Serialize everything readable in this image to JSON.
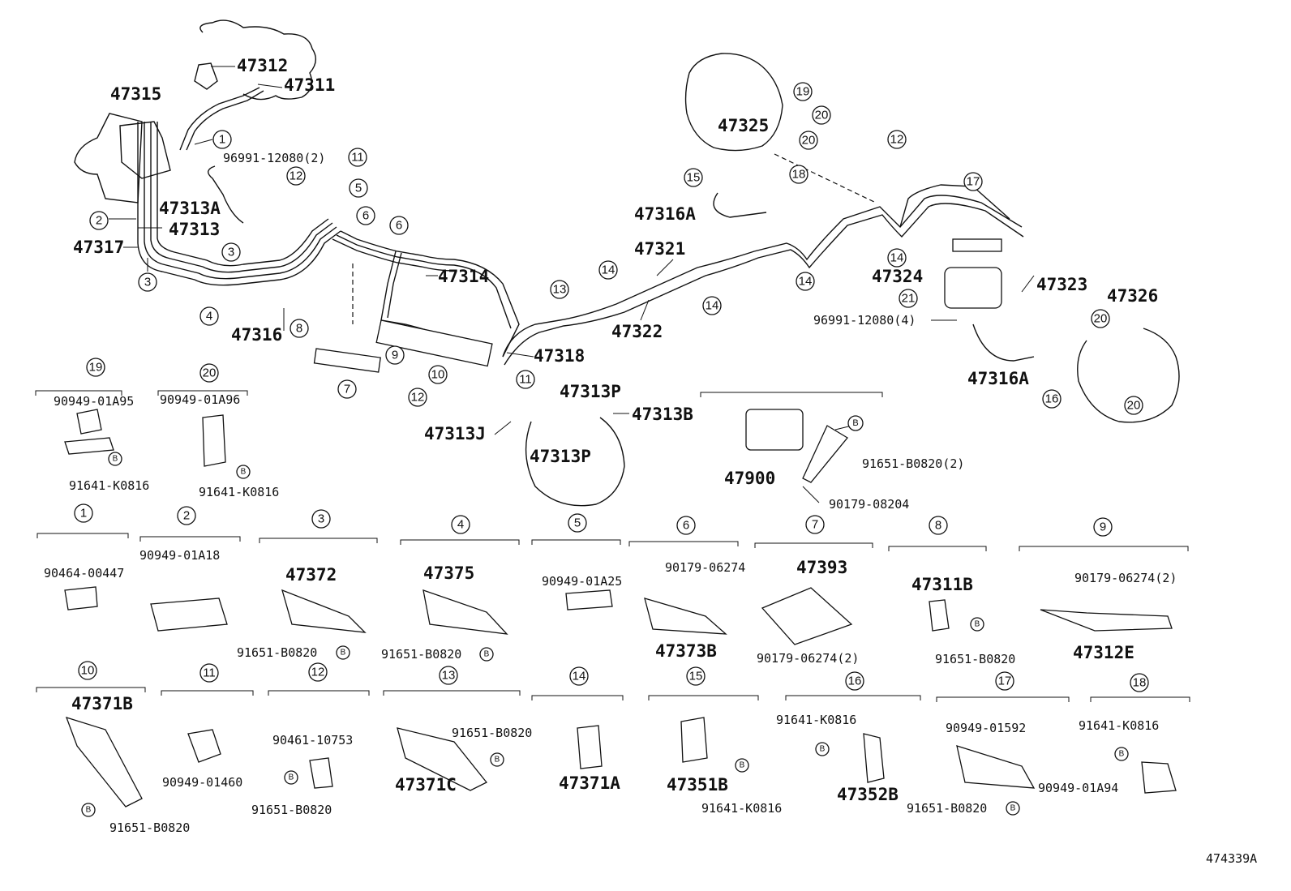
{
  "figure_code": "474339A",
  "callouts": [
    {
      "id": "c-1",
      "num": "1"
    },
    {
      "id": "c-2",
      "num": "2"
    },
    {
      "id": "c-3a",
      "num": "3"
    },
    {
      "id": "c-3b",
      "num": "3"
    },
    {
      "id": "c-4",
      "num": "4"
    },
    {
      "id": "c-5",
      "num": "5"
    },
    {
      "id": "c-6a",
      "num": "6"
    },
    {
      "id": "c-6b",
      "num": "6"
    },
    {
      "id": "c-8",
      "num": "8"
    },
    {
      "id": "c-9",
      "num": "9"
    },
    {
      "id": "c-7",
      "num": "7"
    },
    {
      "id": "c-10",
      "num": "10"
    },
    {
      "id": "c-11a",
      "num": "11"
    },
    {
      "id": "c-11b",
      "num": "11"
    },
    {
      "id": "c-12a",
      "num": "12"
    },
    {
      "id": "c-12b",
      "num": "12"
    },
    {
      "id": "c-13",
      "num": "13"
    },
    {
      "id": "c-14a",
      "num": "14"
    },
    {
      "id": "c-14b",
      "num": "14"
    },
    {
      "id": "c-14c",
      "num": "14"
    },
    {
      "id": "c-14d",
      "num": "14"
    },
    {
      "id": "c-15",
      "num": "15"
    },
    {
      "id": "c-18",
      "num": "18"
    },
    {
      "id": "c-19",
      "num": "19"
    },
    {
      "id": "c-20a",
      "num": "20"
    },
    {
      "id": "c-20b",
      "num": "20"
    },
    {
      "id": "c-12c",
      "num": "12"
    },
    {
      "id": "c-17",
      "num": "17"
    },
    {
      "id": "c-21",
      "num": "21"
    },
    {
      "id": "c-20c",
      "num": "20"
    },
    {
      "id": "c-20d",
      "num": "20"
    },
    {
      "id": "c-16",
      "num": "16"
    }
  ],
  "labels": [
    {
      "id": "l-47312",
      "text": "47312",
      "cls": "big"
    },
    {
      "id": "l-47311",
      "text": "47311",
      "cls": "big"
    },
    {
      "id": "l-47315",
      "text": "47315",
      "cls": "big"
    },
    {
      "id": "l-96991a",
      "text": "96991-12080(2)",
      "cls": "pn"
    },
    {
      "id": "l-47313A",
      "text": "47313A",
      "cls": "big"
    },
    {
      "id": "l-47313",
      "text": "47313",
      "cls": "big"
    },
    {
      "id": "l-47317",
      "text": "47317",
      "cls": "big"
    },
    {
      "id": "l-47316",
      "text": "47316",
      "cls": "big"
    },
    {
      "id": "l-47314",
      "text": "47314",
      "cls": "big"
    },
    {
      "id": "l-47318",
      "text": "47318",
      "cls": "big"
    },
    {
      "id": "l-47313P1",
      "text": "47313P",
      "cls": "big"
    },
    {
      "id": "l-47313B",
      "text": "47313B",
      "cls": "big"
    },
    {
      "id": "l-47313J",
      "text": "47313J",
      "cls": "big"
    },
    {
      "id": "l-47313P2",
      "text": "47313P",
      "cls": "big"
    },
    {
      "id": "l-47321",
      "text": "47321",
      "cls": "big"
    },
    {
      "id": "l-47322",
      "text": "47322",
      "cls": "big"
    },
    {
      "id": "l-47316A1",
      "text": "47316A",
      "cls": "big"
    },
    {
      "id": "l-47325",
      "text": "47325",
      "cls": "big"
    },
    {
      "id": "l-47324",
      "text": "47324",
      "cls": "big"
    },
    {
      "id": "l-47323",
      "text": "47323",
      "cls": "big"
    },
    {
      "id": "l-47326",
      "text": "47326",
      "cls": "big"
    },
    {
      "id": "l-96991b",
      "text": "96991-12080(4)",
      "cls": "pn"
    },
    {
      "id": "l-47316A2",
      "text": "47316A",
      "cls": "big"
    },
    {
      "id": "l-47900",
      "text": "47900",
      "cls": "big"
    },
    {
      "id": "l-91651-2",
      "text": "91651-B0820(2)",
      "cls": "pn"
    },
    {
      "id": "l-90179-08204",
      "text": "90179-08204",
      "cls": "pn"
    }
  ],
  "legend": [
    {
      "num": "19",
      "parts": [
        "90949-01A95",
        "91641-K0816"
      ]
    },
    {
      "num": "20",
      "parts": [
        "90949-01A96",
        "91641-K0816"
      ]
    },
    {
      "num": "1",
      "parts": [
        "90464-00447"
      ]
    },
    {
      "num": "2",
      "parts": [
        "90949-01A18"
      ]
    },
    {
      "num": "3",
      "parts": [
        "47372",
        "91651-B0820"
      ]
    },
    {
      "num": "4",
      "parts": [
        "47375",
        "91651-B0820"
      ]
    },
    {
      "num": "5",
      "parts": [
        "90949-01A25"
      ]
    },
    {
      "num": "6",
      "parts": [
        "90179-06274",
        "47373B"
      ]
    },
    {
      "num": "7",
      "parts": [
        "47393",
        "90179-06274(2)"
      ]
    },
    {
      "num": "8",
      "parts": [
        "47311B",
        "91651-B0820"
      ]
    },
    {
      "num": "9",
      "parts": [
        "90179-06274(2)",
        "47312E"
      ]
    },
    {
      "num": "10",
      "parts": [
        "47371B",
        "91651-B0820"
      ]
    },
    {
      "num": "11",
      "parts": [
        "90949-01460"
      ]
    },
    {
      "num": "12",
      "parts": [
        "90461-10753",
        "91651-B0820"
      ]
    },
    {
      "num": "13",
      "parts": [
        "91651-B0820",
        "47371C"
      ]
    },
    {
      "num": "14",
      "parts": [
        "47371A"
      ]
    },
    {
      "num": "15",
      "parts": [
        "47351B",
        "91641-K0816"
      ]
    },
    {
      "num": "16",
      "parts": [
        "91641-K0816",
        "47352B"
      ]
    },
    {
      "num": "17",
      "parts": [
        "90949-01592",
        "91651-B0820"
      ]
    },
    {
      "num": "18",
      "parts": [
        "91641-K0816",
        "90949-01A94"
      ]
    }
  ],
  "bolt_marker": "B"
}
